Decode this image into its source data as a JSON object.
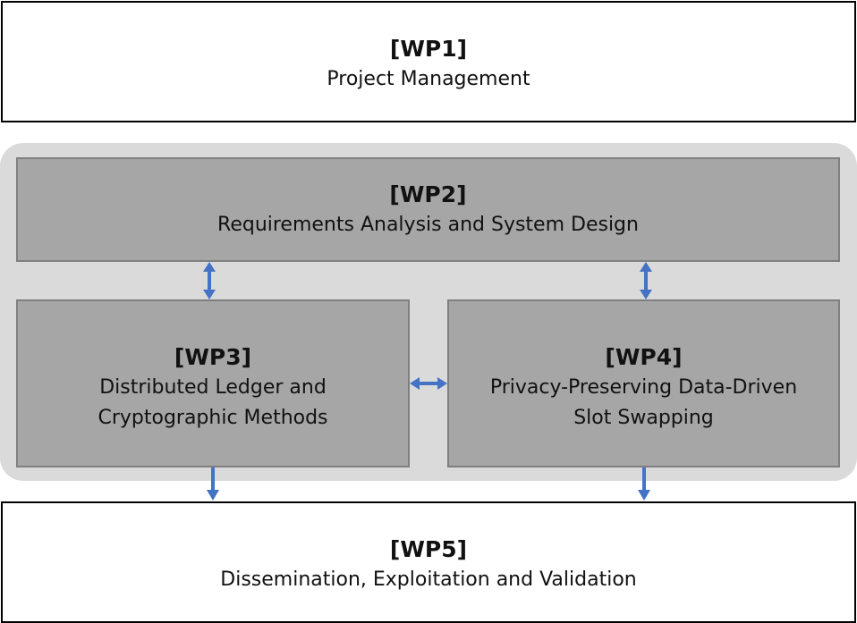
{
  "colors": {
    "accent_arrow": "#4472c4",
    "box_gray": "#a6a6a6",
    "group_background": "#dadada",
    "box_white": "#ffffff"
  },
  "work_packages": {
    "wp1": {
      "id": "[WP1]",
      "title": "Project Management"
    },
    "wp2": {
      "id": "[WP2]",
      "title": "Requirements Analysis and System Design"
    },
    "wp3": {
      "id": "[WP3]",
      "title_line1": "Distributed Ledger and",
      "title_line2": "Cryptographic Methods"
    },
    "wp4": {
      "id": "[WP4]",
      "title_line1": "Privacy-Preserving Data-Driven",
      "title_line2": "Slot Swapping"
    },
    "wp5": {
      "id": "[WP5]",
      "title": "Dissemination, Exploitation and Validation"
    }
  }
}
